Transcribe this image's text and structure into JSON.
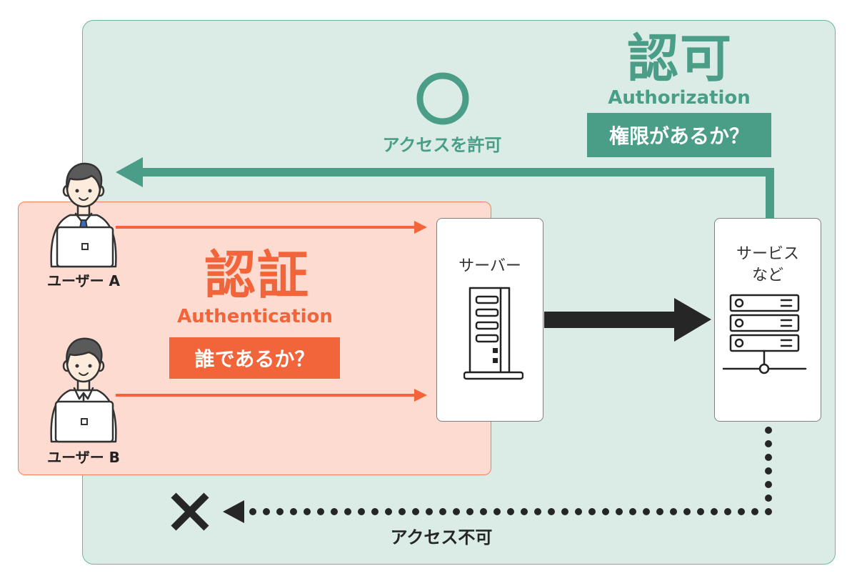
{
  "authorization": {
    "title": "認可",
    "subtitle": "Authorization",
    "question": "権限があるか？"
  },
  "access_granted": {
    "label": "アクセスを許可",
    "icon": "circle-icon"
  },
  "authentication": {
    "title": "認証",
    "subtitle": "Authentication",
    "question": "誰であるか？"
  },
  "users": [
    {
      "label": "ユーザー A",
      "icon": "user-with-laptop-icon"
    },
    {
      "label": "ユーザー B",
      "icon": "user-with-laptop-icon"
    }
  ],
  "server": {
    "label": "サーバー",
    "icon": "server-tower-icon"
  },
  "service": {
    "label_lines": [
      "サービス",
      "など"
    ],
    "icon": "rack-server-icon"
  },
  "access_denied": {
    "label": "アクセス不可",
    "icon": "cross-icon"
  },
  "colors": {
    "authorization": "#4a9e87",
    "authorization_panel": "#dbece6",
    "authorization_panel_border": "#6db5a1",
    "authentication": "#f2643a",
    "authentication_panel": "#fddbd0",
    "authentication_panel_border": "#f3805a",
    "dark": "#262626",
    "user_a_tie": "#3b6cb8",
    "hair": "#5a5a5a",
    "skin": "#fdebdc"
  }
}
